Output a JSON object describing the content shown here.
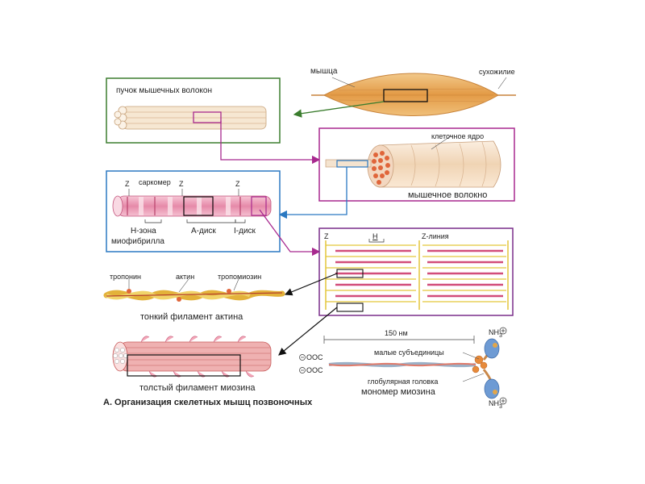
{
  "labels": {
    "muscle": "мышца",
    "tendon": "сухожилие",
    "fiber_bundle": "пучок мышечных волокон",
    "cell_nucleus": "клеточное ядро",
    "muscle_fiber": "мышечное волокно",
    "sarcomere": "саркомер",
    "z": "Z",
    "h_zone": "Н-зона",
    "myofibril": "миофибрилла",
    "a_disc": "А-диск",
    "i_disc": "I-диск",
    "h": "H",
    "z_line": "Z-линия",
    "troponin": "тропонин",
    "actin": "актин",
    "tropomyosin": "тропомиозин",
    "thin_filament": "тонкий филамент актина",
    "length": "150 нм",
    "ooc": "OOC",
    "small_subunits": "малые субъединицы",
    "globular_head": "глобулярная головка",
    "myosin_monomer": "мономер миозина",
    "nh3": "NH",
    "thick_filament": "толстый филамент миозина"
  },
  "caption": "А. Организация скелетных мышц позвоночных",
  "colors": {
    "green_box": "#3b7d2e",
    "magenta_box": "#a8298f",
    "blue_box": "#2b79c2",
    "purple_box": "#7a2e8a",
    "muscle": "#e7a24d",
    "fiber": "#f1d6b2",
    "myofibril": "#d9608a",
    "filament_thin": "#e3c63a",
    "filament_thick": "#d24d7a"
  }
}
